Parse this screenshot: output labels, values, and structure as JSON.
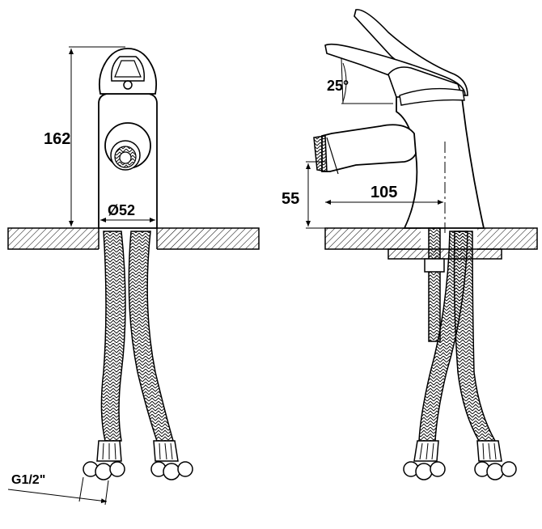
{
  "dimensions": {
    "height_total": "162",
    "diameter_base": "Ø52",
    "lever_angle": "25°",
    "spout_height": "55",
    "spout_reach": "105",
    "thread_size": "G1/2\""
  },
  "colors": {
    "line": "#000000",
    "background": "#ffffff",
    "hatch": "#000000"
  }
}
